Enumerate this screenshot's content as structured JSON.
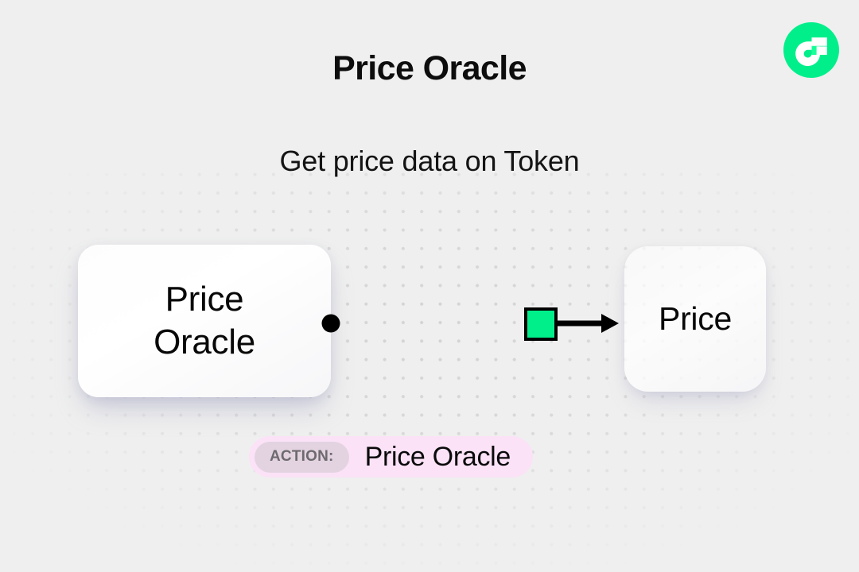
{
  "header": {
    "title": "Price Oracle",
    "subtitle": "Get price data on Token"
  },
  "brand": {
    "logo_icon": "flow-logo-icon",
    "logo_name": "Flow",
    "logo_circle_color": "#00ef8b",
    "logo_mark_color": "#ffffff",
    "logo_accent_color": "#16ff99"
  },
  "diagram": {
    "nodes": [
      {
        "id": "source",
        "label": "Price\nOracle",
        "role": "source-node"
      },
      {
        "id": "target",
        "label": "Price",
        "role": "target-node"
      }
    ],
    "connector": {
      "name": "connector-edge",
      "source_handle_icon": "connection-dot-icon",
      "marker_icon": "green-square-marker-icon",
      "arrow_icon": "arrow-right-icon",
      "line_color": "#000000",
      "marker_fill": "#00ef8b",
      "marker_stroke": "#000000"
    }
  },
  "action": {
    "key_label": "ACTION:",
    "value_label": "Price Oracle",
    "badge_background": "#fbe2f7",
    "key_background": "#e3d3e1",
    "key_text_color": "#6d6a6e"
  },
  "theme": {
    "background": "#efefef",
    "dot_color": "#d4d4d4",
    "card_shadow": "#9698ba",
    "accent_green": "#00ef8b"
  }
}
